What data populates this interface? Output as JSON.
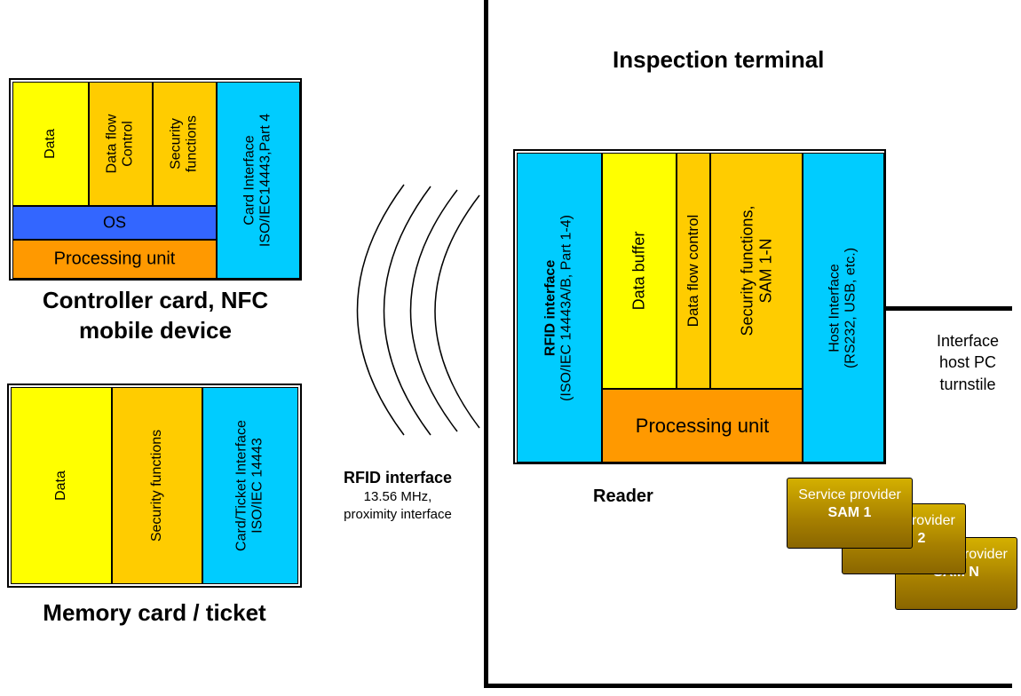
{
  "controller_card": {
    "data": "Data",
    "data_flow_control": "Data flow\nControl",
    "security_functions": "Security\nfunctions",
    "card_interface": "Card Interface\nISO/IEC14443,Part 4",
    "os": "OS",
    "processing_unit": "Processing unit",
    "title": "Controller card, NFC\nmobile device"
  },
  "memory_card": {
    "data": "Data",
    "security_functions": "Security functions",
    "interface": "Card/Ticket Interface\nISO/IEC 14443",
    "title": "Memory card / ticket"
  },
  "rfid_link": {
    "title": "RFID interface",
    "line1": "13.56 MHz,",
    "line2": "proximity interface"
  },
  "terminal": {
    "title": "Inspection terminal",
    "reader_label": "Reader",
    "rfid_interface_title": "RFID interface",
    "rfid_interface_sub": "(ISO/IEC 14443A/B, Part 1-4)",
    "data_buffer": "Data buffer",
    "data_flow_control": "Data flow control",
    "security_functions": "Security functions,\nSAM 1-N",
    "host_interface": "Host Interface\n(RS232, USB, etc.)",
    "processing_unit": "Processing unit",
    "interface_host": "Interface\nhost PC\nturnstile"
  },
  "sams": [
    {
      "line1": "Service provider",
      "line2": "SAM 1"
    },
    {
      "line1": "Service provider",
      "line2": "SAM 2"
    },
    {
      "line1": "Service provider",
      "line2": "SAM N"
    }
  ],
  "colors": {
    "yellow": "#ffff00",
    "gold": "#ffcc00",
    "cyan": "#00ccff",
    "royal_blue": "#3366ff",
    "orange": "#ff9900",
    "sam_gold": "#b08a00"
  }
}
